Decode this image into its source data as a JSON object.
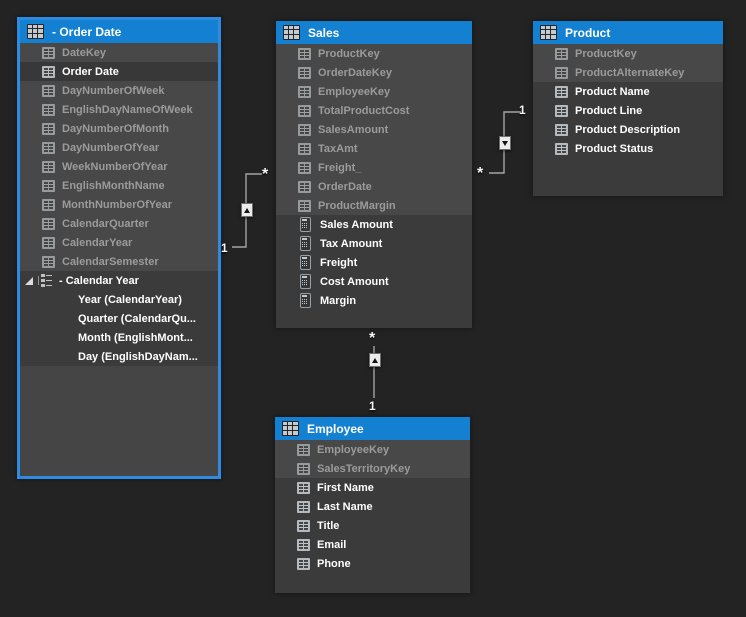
{
  "colors": {
    "background": "#232323",
    "header_blue": "#1480d2",
    "selection_blue": "#2e8be2",
    "hidden_section_bg": "#484848",
    "visible_section_bg": "#3b3b3b",
    "hidden_text": "#9b9b9b",
    "visible_text": "#ffffff",
    "relationship_line": "#a4a4a4"
  },
  "tables": [
    {
      "title": "- Order Date",
      "selected": true,
      "rows": [
        {
          "label": "DateKey"
        },
        {
          "label": "Order Date"
        },
        {
          "label": "DayNumberOfWeek"
        },
        {
          "label": "EnglishDayNameOfWeek"
        },
        {
          "label": "DayNumberOfMonth"
        },
        {
          "label": "DayNumberOfYear"
        },
        {
          "label": "WeekNumberOfYear"
        },
        {
          "label": "EnglishMonthName"
        },
        {
          "label": "MonthNumberOfYear"
        },
        {
          "label": "CalendarQuarter"
        },
        {
          "label": "CalendarYear"
        },
        {
          "label": "CalendarSemester"
        }
      ],
      "hierarchy": {
        "label": "- Calendar Year",
        "levels": [
          {
            "label": "Year (CalendarYear)"
          },
          {
            "label": "Quarter (CalendarQu..."
          },
          {
            "label": "Month (EnglishMont..."
          },
          {
            "label": "Day (EnglishDayNam..."
          }
        ]
      }
    },
    {
      "title": "Sales",
      "rows": [
        {
          "label": "ProductKey"
        },
        {
          "label": "OrderDateKey"
        },
        {
          "label": "EmployeeKey"
        },
        {
          "label": "TotalProductCost"
        },
        {
          "label": "SalesAmount"
        },
        {
          "label": "TaxAmt"
        },
        {
          "label": "Freight_"
        },
        {
          "label": "OrderDate"
        },
        {
          "label": "ProductMargin"
        }
      ],
      "measures": [
        {
          "label": "Sales Amount"
        },
        {
          "label": "Tax Amount"
        },
        {
          "label": "Freight"
        },
        {
          "label": "Cost Amount"
        },
        {
          "label": "Margin"
        }
      ]
    },
    {
      "title": "Product",
      "rows": [
        {
          "label": "ProductKey"
        },
        {
          "label": "ProductAlternateKey"
        },
        {
          "label": "Product Name"
        },
        {
          "label": "Product Line"
        },
        {
          "label": "Product Description"
        },
        {
          "label": "Product Status"
        }
      ]
    },
    {
      "title": "Employee",
      "rows": [
        {
          "label": "EmployeeKey"
        },
        {
          "label": "SalesTerritoryKey"
        },
        {
          "label": "First Name"
        },
        {
          "label": "Last Name"
        },
        {
          "label": "Title"
        },
        {
          "label": "Email"
        },
        {
          "label": "Phone"
        }
      ]
    }
  ],
  "relationships": [
    {
      "from_table": "Sales",
      "to_table": "Order Date",
      "many_label": "*",
      "one_label": "1"
    },
    {
      "from_table": "Sales",
      "to_table": "Product",
      "many_label": "*",
      "one_label": "1"
    },
    {
      "from_table": "Sales",
      "to_table": "Employee",
      "many_label": "*",
      "one_label": "1"
    }
  ]
}
